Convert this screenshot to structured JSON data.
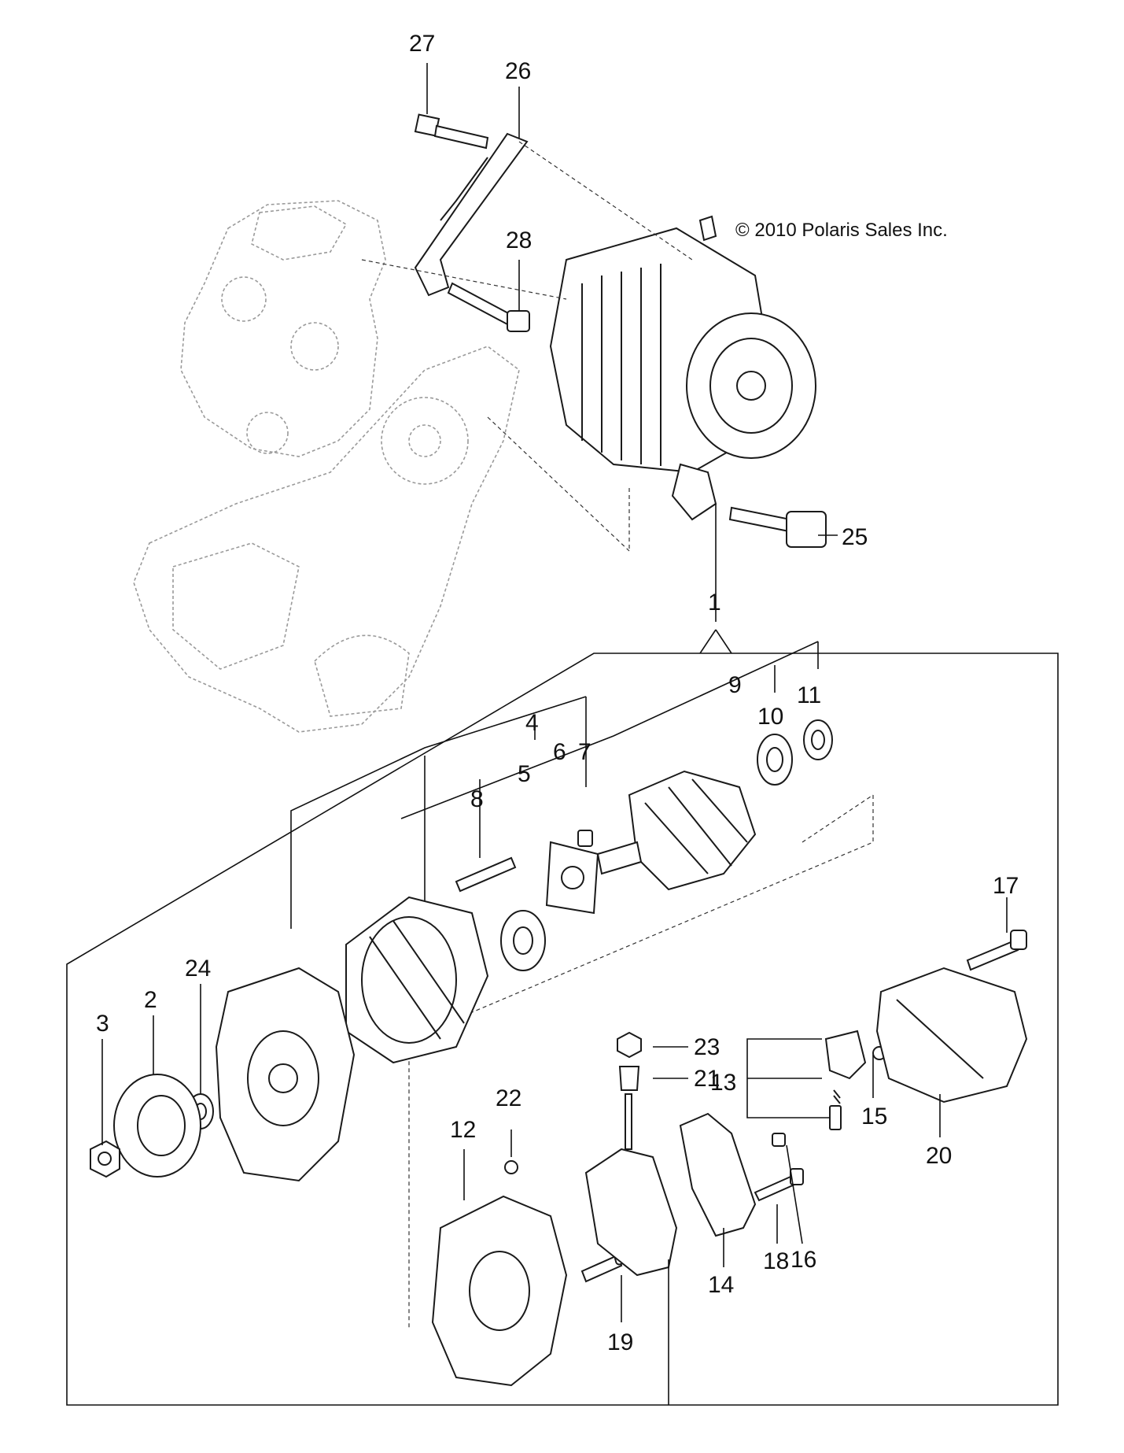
{
  "copyright": "© 2010 Polaris Sales Inc.",
  "callouts": {
    "c1": "1",
    "c2": "2",
    "c3": "3",
    "c4": "4",
    "c5": "5",
    "c6": "6",
    "c7": "7",
    "c8": "8",
    "c9": "9",
    "c10": "10",
    "c11": "11",
    "c12": "12",
    "c13": "13",
    "c14": "14",
    "c15": "15",
    "c16": "16",
    "c17": "17",
    "c18": "18",
    "c19": "19",
    "c20": "20",
    "c21": "21",
    "c22": "22",
    "c23": "23",
    "c24": "24",
    "c25": "25",
    "c26": "26",
    "c27": "27",
    "c28": "28"
  }
}
